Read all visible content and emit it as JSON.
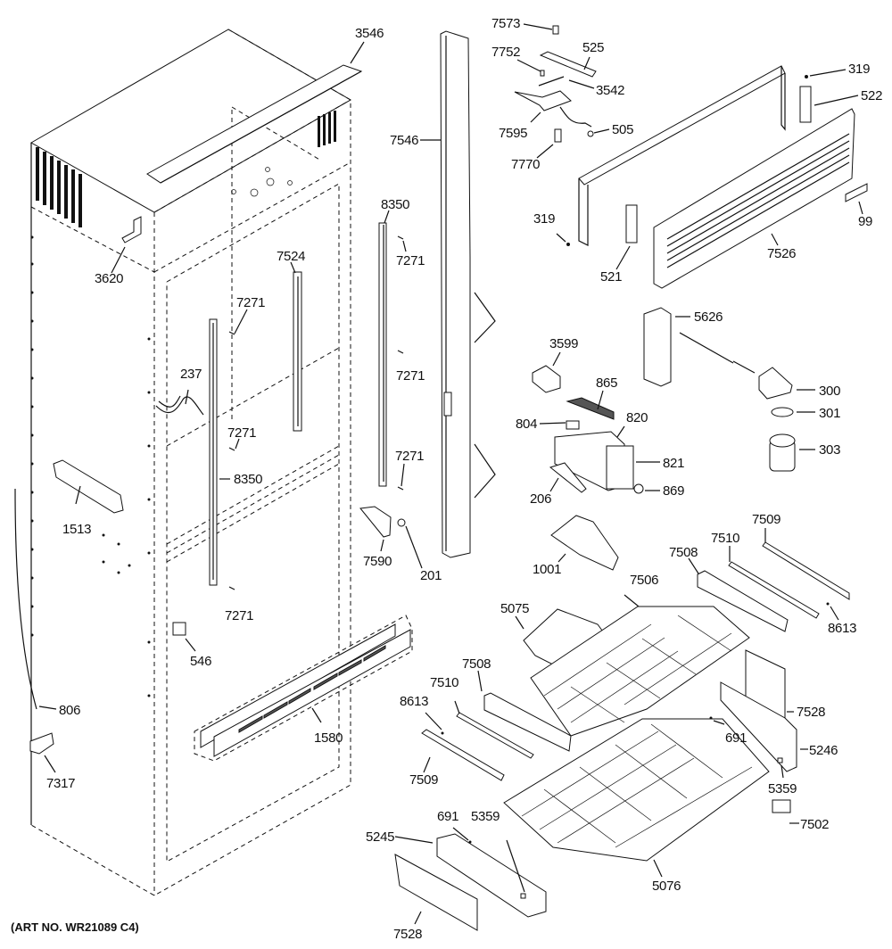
{
  "diagram": {
    "title": "Refrigerator cabinet, freezer drawer and ice maker parts",
    "art_number": "(ART NO. WR21089 C4)",
    "labels": [
      {
        "id": "l3546",
        "text": "3546"
      },
      {
        "id": "l3620",
        "text": "3620"
      },
      {
        "id": "l7546",
        "text": "7546"
      },
      {
        "id": "l8350a",
        "text": "8350"
      },
      {
        "id": "l7271a",
        "text": "7271"
      },
      {
        "id": "l7524",
        "text": "7524"
      },
      {
        "id": "l7271b",
        "text": "7271"
      },
      {
        "id": "l237",
        "text": "237"
      },
      {
        "id": "l7271c",
        "text": "7271"
      },
      {
        "id": "l7271d",
        "text": "7271"
      },
      {
        "id": "l8350b",
        "text": "8350"
      },
      {
        "id": "l7271e",
        "text": "7271"
      },
      {
        "id": "l1513",
        "text": "1513"
      },
      {
        "id": "l7590",
        "text": "7590"
      },
      {
        "id": "l201",
        "text": "201"
      },
      {
        "id": "l7271f",
        "text": "7271"
      },
      {
        "id": "l546",
        "text": "546"
      },
      {
        "id": "l806",
        "text": "806"
      },
      {
        "id": "l7317",
        "text": "7317"
      },
      {
        "id": "l1580",
        "text": "1580"
      },
      {
        "id": "l7573",
        "text": "7573"
      },
      {
        "id": "l7752",
        "text": "7752"
      },
      {
        "id": "l525",
        "text": "525"
      },
      {
        "id": "l3542",
        "text": "3542"
      },
      {
        "id": "l7595",
        "text": "7595"
      },
      {
        "id": "l505",
        "text": "505"
      },
      {
        "id": "l7770",
        "text": "7770"
      },
      {
        "id": "l319a",
        "text": "319"
      },
      {
        "id": "l522",
        "text": "522"
      },
      {
        "id": "l319b",
        "text": "319"
      },
      {
        "id": "l521",
        "text": "521"
      },
      {
        "id": "l7526",
        "text": "7526"
      },
      {
        "id": "l99",
        "text": "99"
      },
      {
        "id": "l5626",
        "text": "5626"
      },
      {
        "id": "l3599",
        "text": "3599"
      },
      {
        "id": "l865",
        "text": "865"
      },
      {
        "id": "l300",
        "text": "300"
      },
      {
        "id": "l301",
        "text": "301"
      },
      {
        "id": "l804",
        "text": "804"
      },
      {
        "id": "l820",
        "text": "820"
      },
      {
        "id": "l821",
        "text": "821"
      },
      {
        "id": "l303",
        "text": "303"
      },
      {
        "id": "l206",
        "text": "206"
      },
      {
        "id": "l869",
        "text": "869"
      },
      {
        "id": "l1001",
        "text": "1001"
      },
      {
        "id": "l7509a",
        "text": "7509"
      },
      {
        "id": "l7510a",
        "text": "7510"
      },
      {
        "id": "l7508a",
        "text": "7508"
      },
      {
        "id": "l7506",
        "text": "7506"
      },
      {
        "id": "l5075",
        "text": "5075"
      },
      {
        "id": "l8613a",
        "text": "8613"
      },
      {
        "id": "l7528a",
        "text": "7528"
      },
      {
        "id": "l7508b",
        "text": "7508"
      },
      {
        "id": "l7510b",
        "text": "7510"
      },
      {
        "id": "l8613b",
        "text": "8613"
      },
      {
        "id": "l691a",
        "text": "691"
      },
      {
        "id": "l5246",
        "text": "5246"
      },
      {
        "id": "l7509b",
        "text": "7509"
      },
      {
        "id": "l5359a",
        "text": "5359"
      },
      {
        "id": "l7502",
        "text": "7502"
      },
      {
        "id": "l691b",
        "text": "691"
      },
      {
        "id": "l5359b",
        "text": "5359"
      },
      {
        "id": "l5245",
        "text": "5245"
      },
      {
        "id": "l5076",
        "text": "5076"
      },
      {
        "id": "l7528b",
        "text": "7528"
      }
    ]
  }
}
